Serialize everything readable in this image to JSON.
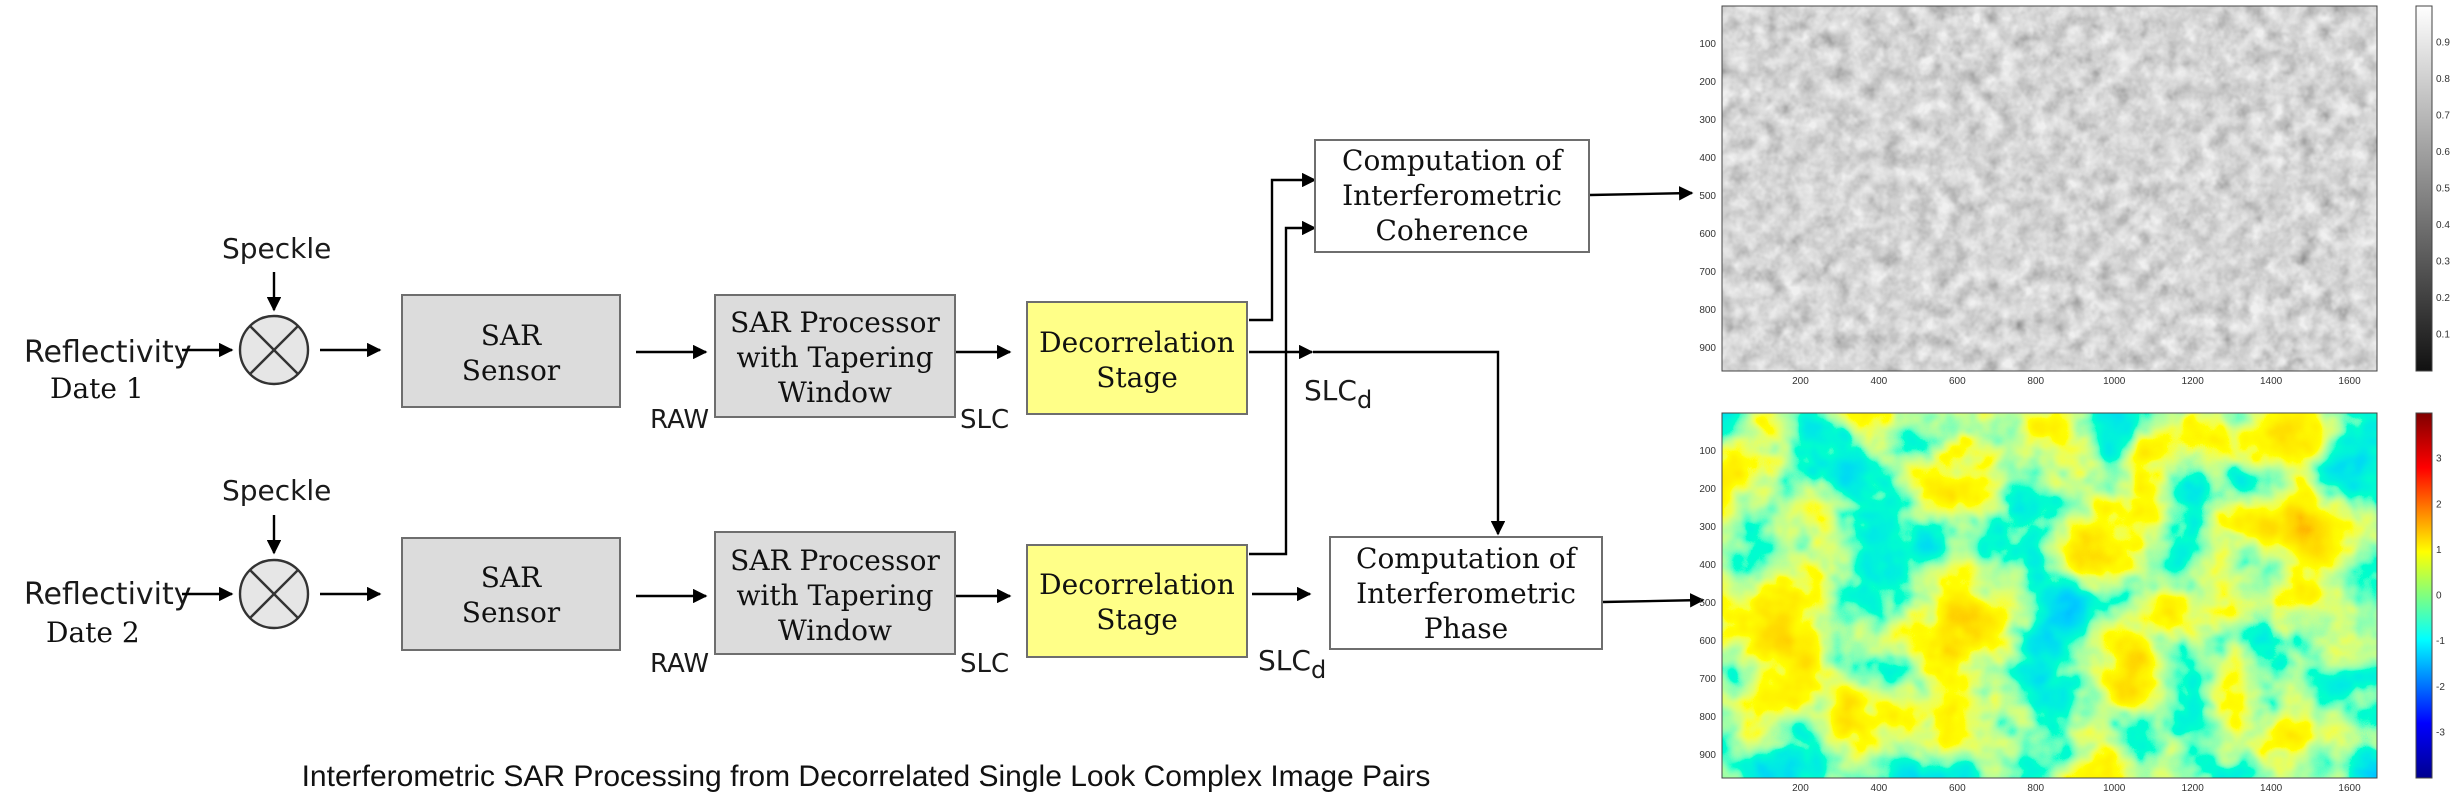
{
  "caption": "Interferometric SAR Processing from Decorrelated Single Look Complex Image Pairs",
  "rows": [
    {
      "reflectivity_line1": "Reflectivity",
      "reflectivity_line2": "Date 1",
      "speckle": "Speckle",
      "sensor": [
        "SAR",
        "Sensor"
      ],
      "raw": "RAW",
      "processor": [
        "SAR Processor",
        "with Tapering",
        "Window"
      ],
      "slc": "SLC",
      "decorrelation": [
        "Decorrelation",
        "Stage"
      ],
      "slcd_main": "SLC",
      "slcd_sub": "d"
    },
    {
      "reflectivity_line1": "Reflectivity",
      "reflectivity_line2": "Date 2",
      "speckle": "Speckle",
      "sensor": [
        "SAR",
        "Sensor"
      ],
      "raw": "RAW",
      "processor": [
        "SAR Processor",
        "with Tapering",
        "Window"
      ],
      "slc": "SLC",
      "decorrelation": [
        "Decorrelation",
        "Stage"
      ],
      "slcd_main": "SLC",
      "slcd_sub": "d"
    }
  ],
  "coherence_box": [
    "Computation of",
    "Interferometric",
    "Coherence"
  ],
  "phase_box": [
    "Computation of",
    "Interferometric",
    "Phase"
  ],
  "coherence_map": {
    "y_ticks": [
      "100",
      "200",
      "300",
      "400",
      "500",
      "600",
      "700",
      "800",
      "900"
    ],
    "x_ticks": [
      "200",
      "400",
      "600",
      "800",
      "1000",
      "1200",
      "1400",
      "1600"
    ],
    "colorbar_ticks": [
      "0.9",
      "0.8",
      "0.7",
      "0.6",
      "0.5",
      "0.4",
      "0.3",
      "0.2",
      "0.1"
    ],
    "colormap": [
      "#111111",
      "#ffffff"
    ]
  },
  "phase_map": {
    "y_ticks": [
      "100",
      "200",
      "300",
      "400",
      "500",
      "600",
      "700",
      "800",
      "900"
    ],
    "x_ticks": [
      "200",
      "400",
      "600",
      "800",
      "1000",
      "1200",
      "1400",
      "1600"
    ],
    "colorbar_ticks": [
      "3",
      "2",
      "1",
      "0",
      "-1",
      "-2",
      "-3"
    ],
    "colormap": [
      "#00008f",
      "#0000ff",
      "#00ffff",
      "#ffff00",
      "#ff0000",
      "#800000"
    ]
  }
}
